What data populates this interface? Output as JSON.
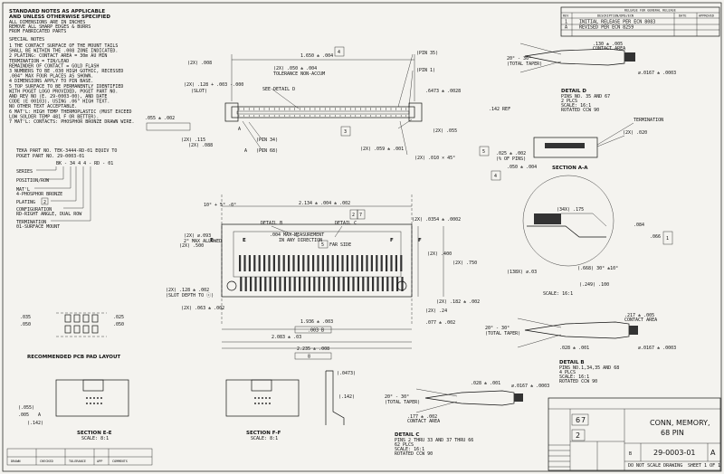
{
  "notes": {
    "title": "STANDARD NOTES AS APPLICABLE",
    "subtitle": "AND UNLESS OTHERWISE SPECIFIED",
    "std": [
      "ALL DIMENSIONS ARE IN INCHES",
      "REMOVE ALL SHARP EDGES & BURRS",
      "FROM FABRICATED PARTS"
    ],
    "special_title": "SPECIAL NOTES",
    "items": [
      "1  THE CONTACT SURFACE OF THE MOUNT TAILS",
      "   SHALL BE WITHIN THE .008 ZONE INDICATED.",
      "2  PLATING: CONTACT AREA = 30m AU MIN",
      "   TERMINATION = TIN/LEAD",
      "   REMAINDER OF CONTACT = GOLD FLASH",
      "3  NUMBERS TO BE .030 HIGH GOTHIC, RECESSED",
      "   .004\" MAX FOUR PLACES AS SHOWN.",
      "4  DIMENSIONS APPLY TO PIN BASE.",
      "5  TOP SURFACE TO BE PERMANENTLY IDENTIFIED",
      "   WITH POGET LOGO PROVIDED, POGET PART NO.",
      "   AND REV NO (E. 29-0003-00), AND DATE",
      "   CODE (E 00103), USING .06\" HIGH TEXT.",
      "   NO OTHER TEXT ACCEPTABLE.",
      "6  MAT'L: HIGH TEMP THERMOPLASTIC (MUST EXCEED",
      "   LOW SOLDER TEMP 481 F OR BETTER).",
      "7  MAT'L: CONTACTS: PHOSPHOR BRONZE DRAWN WIRE."
    ]
  },
  "part_callout": {
    "lines": [
      "TEKA PART NO. TEK-3444-RD-01 EQUIV TO",
      "POGET PART NO. 29-0003-01"
    ],
    "code": "BK - 34 4 4 - RD - 01",
    "labels": [
      "SERIES",
      "POSITION/ROW",
      "MAT'L",
      "4-PHOSPHOR BRONZE",
      "PLATING",
      "CONFIGURATION",
      "RD-RIGHT ANGLE, DUAL ROW",
      "TERMINATION",
      "01-SURFACE MOUNT"
    ],
    "plating_ref": "2"
  },
  "revisions": {
    "header": "RELEASE FOR GENERAL RELEASE",
    "cols": [
      "REV",
      "DESCRIPTION/DMS/ECN",
      "DATE",
      "APPROVED"
    ],
    "rows": [
      {
        "rev": "1",
        "desc": "INITIAL RELEASE PER ECN 8083",
        "date": "",
        "appr": ""
      },
      {
        "rev": "A",
        "desc": "REVISED PER ECN 8259",
        "date": "",
        "appr": ""
      }
    ]
  },
  "top_view": {
    "dims": [
      "1.650 ± .004",
      "(2X) .008",
      "(PIN 35)",
      "(PIN 1)",
      "(2X) .050 ± .004",
      "TOLERANCE NON-ACCUM",
      "SEE DETAIL D",
      ".6473 ± .0028",
      ".142 REF",
      "(2X) .128 + .003 -.000",
      "(SLOT)",
      "(2X) .115",
      "(2X) .088",
      ".055 ± .002",
      "(PIN 34)",
      "(PIN 68)",
      "(2X) .055",
      "(2X) .059 ± .001",
      "(2X) .010 × 45°",
      "A",
      "A"
    ],
    "ref4": "4",
    "ref3": "3"
  },
  "detail_d": {
    "title": "DETAIL D",
    "lines": [
      "PINS NO. 35 AND 67",
      "2 PLCS",
      "SCALE: 16:1",
      "ROTATED CCW 90"
    ],
    "dims": [
      "20° - 30°",
      "(TOTAL TAPER)",
      ".130 ± .005",
      "CONTACT AREA",
      "⌀.0167 ± .0003",
      "(2X) .020",
      "TERMINATION",
      ".025 ± .002",
      "(% OF PINS)",
      ".050 ± .004"
    ],
    "section": "SECTION A-A",
    "ref5": "5",
    "ref4": "4"
  },
  "scale_view": {
    "dims": [
      "(34X) .175",
      ".084",
      ".066",
      "(.668) 30° ±10°",
      "(138X) ⌀.03",
      "(.249) .100"
    ],
    "caption": "SCALE: 16:1",
    "ref1": "1"
  },
  "front_view": {
    "dims": [
      "10° + 5° -0°",
      "2.134 ± .004 ± .002",
      "2",
      "7",
      "(2X) .0354 ± .0002",
      "DETAIL B",
      "DETAIL C",
      ".004 MAX MEASUREMENT",
      "IN ANY DIRECTION",
      "5",
      "FAR SIDE",
      "(2X) .500",
      "(2X) ⌀.093",
      "2° MAX ALLOWED",
      "E",
      "E",
      "F",
      "F",
      "(2X) .400",
      "(2X) .750",
      "(2X) .128 ± .002",
      "(SLOT DEPTH TO ⓒ)",
      "(2X) .063 ± .002",
      "(2X) .24",
      "(2X) .182 ± .002",
      ".077 ± .002",
      "1.936 ± .003",
      "2.083 ± .03",
      "2.235 ± .008",
      ".003",
      "B",
      "8"
    ],
    "pcb_title": "RECOMMENDED PCB PAD LAYOUT",
    "pcb_dims": [
      ".035",
      ".050",
      ".025",
      ".050"
    ]
  },
  "detail_b": {
    "title": "DETAIL B",
    "lines": [
      "PINS NO.1,34,35 AND 68",
      "4 PLCS",
      "SCALE: 16:1",
      "ROTATED CCW 90"
    ],
    "dims": [
      "20° - 30°",
      "(TOTAL TAPER)",
      ".217 ± .005",
      "CONTACT AREA",
      ".028 ± .001",
      "⌀.0167 ± .0003"
    ]
  },
  "detail_c": {
    "title": "DETAIL C",
    "lines": [
      "PINS 2 THRU 33 AND 37 THRU 66",
      "62 PLCS",
      "SCALE: 16:1",
      "ROTATED CCW 90"
    ],
    "dims": [
      "20° - 30°",
      "(TOTAL TAPER)",
      ".177 ± .002",
      "CONTACT AREA",
      "⌀.0167 ± .0003",
      ".028 ± .001",
      "(.0473)",
      "(.142)"
    ]
  },
  "sections": {
    "e_title": "SECTION E-E",
    "e_scale": "SCALE: 8:1",
    "f_title": "SECTION F-F",
    "f_scale": "SCALE: 8:1",
    "e_dims": [
      "(.055)",
      ".005",
      "A",
      "(.142)"
    ]
  },
  "title_block": {
    "title1": "CONN, MEMORY,",
    "title2": "68 PIN",
    "part_no": "29-0003-01",
    "rev": "A",
    "size": "B",
    "scale_note": "DO NOT SCALE DRAWING",
    "sheet": "SHEET 1 OF 1",
    "box6": "6",
    "box7": "7",
    "box2": "2"
  },
  "bottom_block": {
    "labels": [
      "DRAWN",
      "CHECKED",
      "TOLERANCE",
      "APP",
      "COMMENTS"
    ]
  }
}
